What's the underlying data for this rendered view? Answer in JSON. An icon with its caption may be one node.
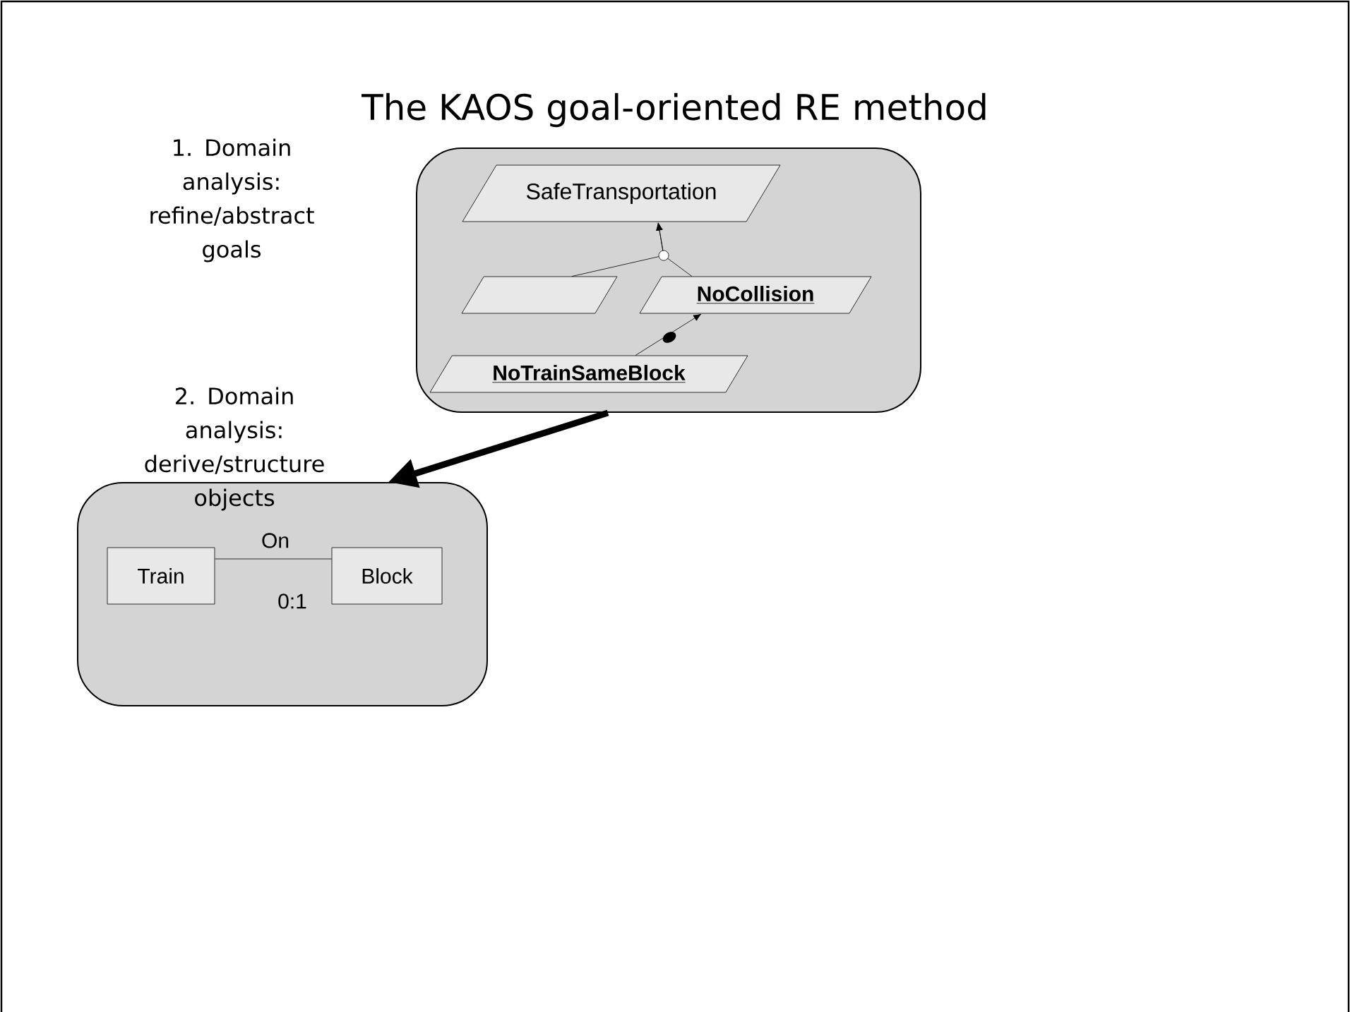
{
  "diagram": {
    "title": "The KAOS goal-oriented RE method",
    "nodes": [
      {
        "text": [],
        "shape": "box"
      },
      {
        "text": [
          "SafeTransportation"
        ],
        "in": 0
      },
      {
        "text": [],
        "shape": "parallelogram",
        "in": 0
      },
      {
        "text": [
          "NoCollision"
        ],
        "in": 0
      },
      {
        "text": [
          "NoTrainSameBlock"
        ],
        "in": 0
      },
      {
        "text": [],
        "shape": "box"
      },
      {
        "text": [
          "Train"
        ],
        "in": 5
      },
      {
        "text": [
          "Block"
        ],
        "in": 5
      }
    ],
    "edges": [
      {
        "from": 2,
        "to": 1,
        "arrow": "to"
      },
      {
        "from": 3,
        "to": 1,
        "arrow": "to"
      },
      {
        "from": 4,
        "to": 3,
        "arrow": "to"
      },
      {
        "from": 0,
        "to": 5,
        "arrow": "to",
        "style": "thick"
      },
      {
        "from": 6,
        "to": 7,
        "arrow": "none",
        "label": "On"
      }
    ],
    "labels": [
      "1. Domain analysis: refine/abstract goals",
      "2. Domain analysis: derive/structure objects",
      "0:1"
    ]
  }
}
